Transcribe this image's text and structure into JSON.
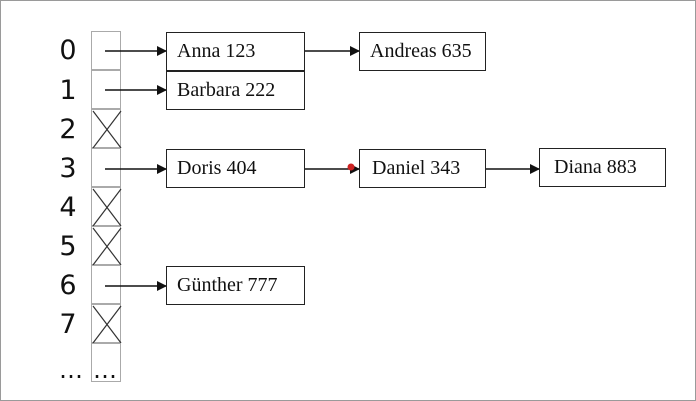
{
  "buckets": [
    {
      "index": "0",
      "empty": false
    },
    {
      "index": "1",
      "empty": false
    },
    {
      "index": "2",
      "empty": true
    },
    {
      "index": "3",
      "empty": false
    },
    {
      "index": "4",
      "empty": true
    },
    {
      "index": "5",
      "empty": true
    },
    {
      "index": "6",
      "empty": false
    },
    {
      "index": "7",
      "empty": true
    }
  ],
  "ellipsis": {
    "left": "…",
    "right": "…"
  },
  "entries": {
    "anna": "Anna 123",
    "andreas": "Andreas 635",
    "barbara": "Barbara 222",
    "doris": "Doris 404",
    "daniel": "Daniel 343",
    "diana": "Diana 883",
    "guenther": "Günther 777"
  },
  "chains": [
    {
      "bucket": "0",
      "nodes": [
        "anna",
        "andreas"
      ]
    },
    {
      "bucket": "1",
      "nodes": [
        "barbara"
      ]
    },
    {
      "bucket": "3",
      "nodes": [
        "doris",
        "daniel",
        "diana"
      ]
    },
    {
      "bucket": "6",
      "nodes": [
        "guenther"
      ]
    }
  ],
  "colors": {
    "line": "#111111",
    "marker_dot": "#cc2222",
    "cell_border": "#aaaaaa"
  }
}
